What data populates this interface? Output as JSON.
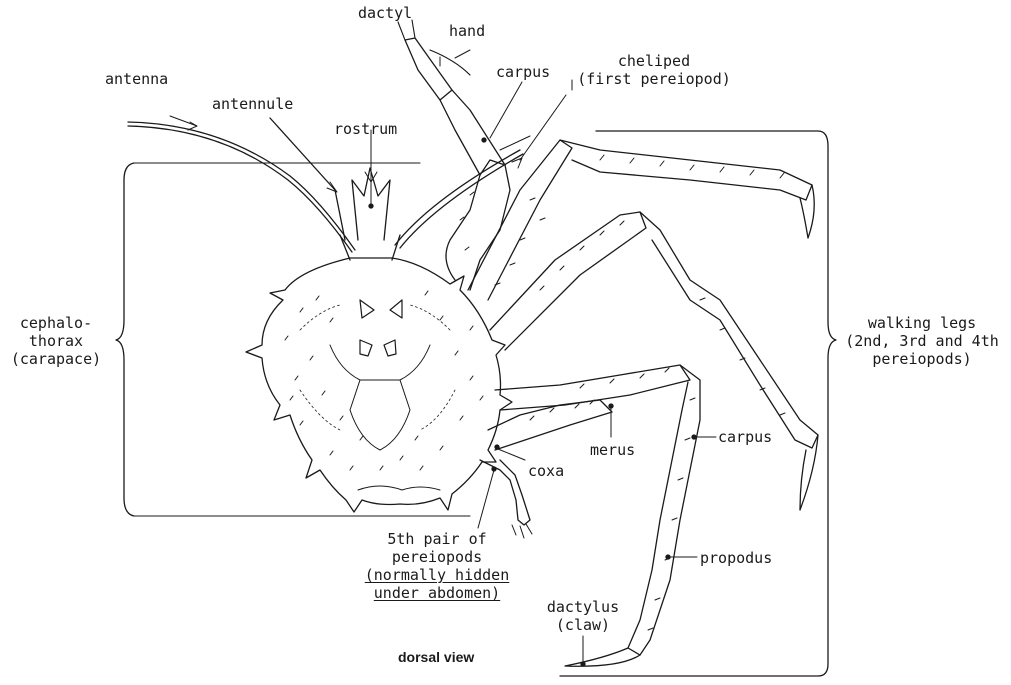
{
  "labels": {
    "dactyl": "dactyl",
    "hand": "hand",
    "carpus_top": "carpus",
    "cheliped_1": "cheliped",
    "cheliped_2": "(first pereiopod)",
    "antenna": "antenna",
    "antennule": "antennule",
    "rostrum": "rostrum",
    "cephalothorax_1": "cephalo-",
    "cephalothorax_2": "thorax",
    "cephalothorax_3": "(carapace)",
    "walking_legs_1": "walking legs",
    "walking_legs_2": "(2nd, 3rd and 4th",
    "walking_legs_3": "pereiopods)",
    "merus": "merus",
    "carpus_leg": "carpus",
    "coxa": "coxa",
    "fifth_pair_1": "5th pair of",
    "fifth_pair_2": "pereiopods",
    "fifth_pair_3": "(normally hidden",
    "fifth_pair_4": "under abdomen)",
    "propodus": "propodus",
    "dactylus_1": "dactylus",
    "dactylus_2": "(claw)",
    "view": "dorsal view"
  }
}
